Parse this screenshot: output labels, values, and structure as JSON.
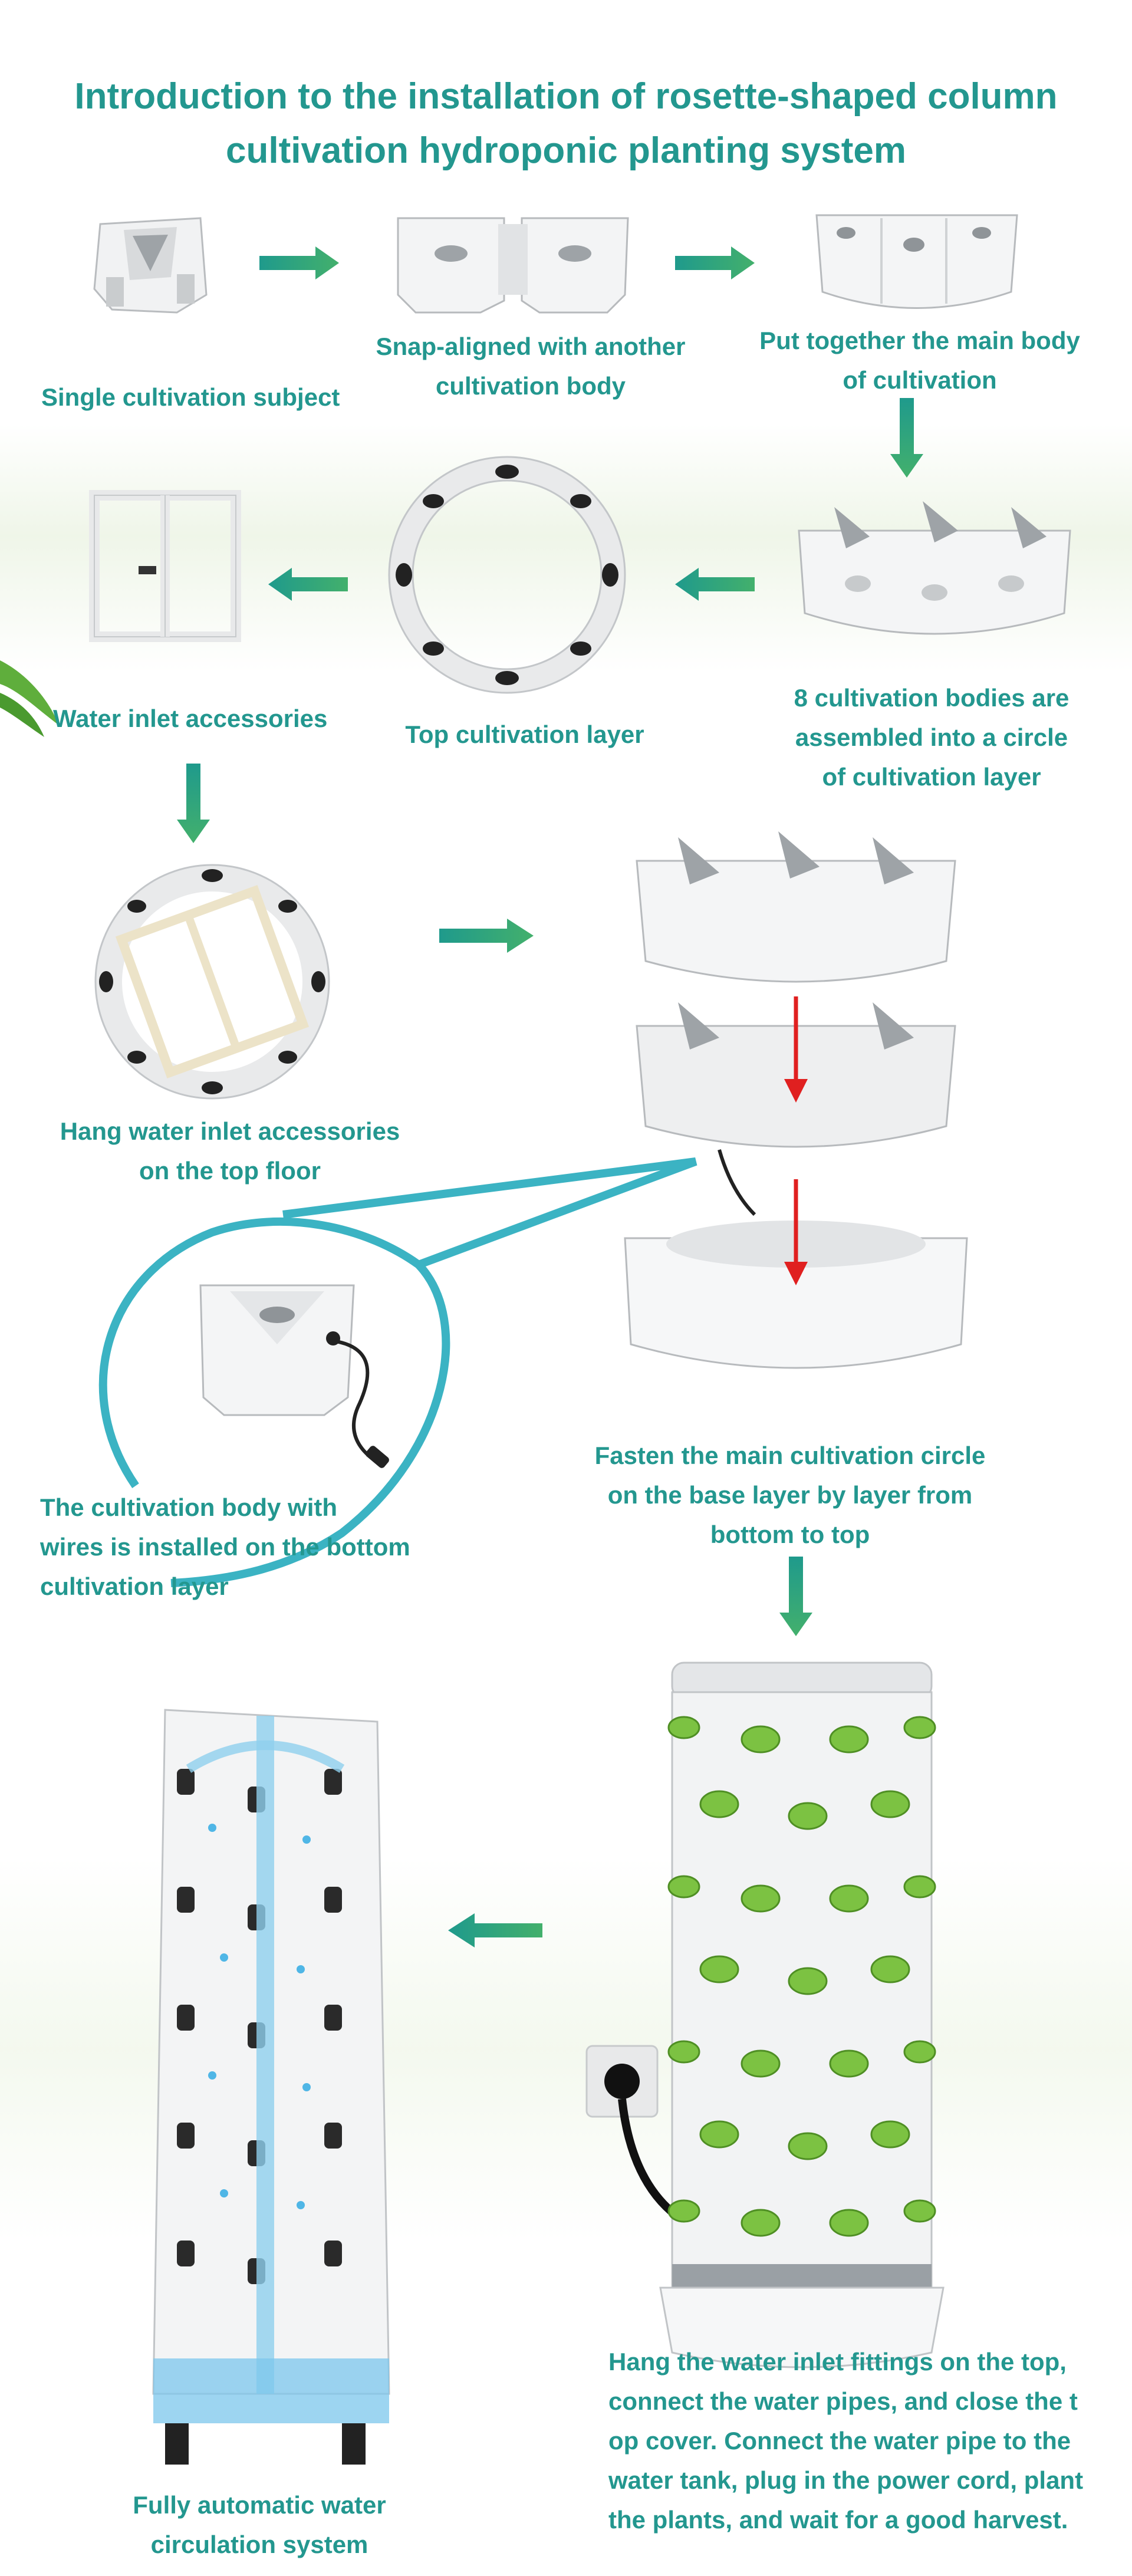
{
  "page": {
    "title_line1": "Introduction to the installation of rosette-shaped column",
    "title_line2": "cultivation hydroponic planting system"
  },
  "colors": {
    "teal_text": "#23978f",
    "arrow_teal": "#1f9a8c",
    "callout_ring": "#3bb3c3",
    "red_arrow": "#e02020",
    "plant_green": "#7cc242"
  },
  "steps": [
    {
      "id": "single",
      "lines": [
        "Single cultivation subject"
      ],
      "icon": "single-module-icon"
    },
    {
      "id": "snap",
      "lines": [
        "Snap-aligned with another",
        "cultivation body"
      ],
      "icon": "snapped-modules-icon"
    },
    {
      "id": "main-body",
      "lines": [
        "Put together the main body",
        "of cultivation"
      ],
      "icon": "main-body-icon"
    },
    {
      "id": "ring",
      "lines": [
        "8 cultivation bodies are",
        "assembled into a circle",
        "of cultivation layer"
      ],
      "icon": "ring-layer-icon"
    },
    {
      "id": "top-layer",
      "lines": [
        "Top cultivation layer"
      ],
      "icon": "top-layer-icon"
    },
    {
      "id": "inlet",
      "lines": [
        "Water inlet accessories"
      ],
      "icon": "pipe-frame-icon"
    },
    {
      "id": "hang",
      "lines": [
        "Hang water inlet accessories",
        "on the top floor"
      ],
      "icon": "frame-in-ring-icon"
    },
    {
      "id": "wired",
      "lines": [
        "The cultivation body with",
        "wires is installed on the bottom",
        "cultivation layer"
      ],
      "icon": "wired-module-icon"
    },
    {
      "id": "fasten",
      "lines": [
        "Fasten the main cultivation circle",
        "on the base layer by layer from",
        "bottom to top"
      ],
      "icon": "stack-layers-icon"
    },
    {
      "id": "final",
      "lines": [
        "Hang the water inlet fittings on the top,",
        "connect the water pipes, and close the t",
        "op cover. Connect the water pipe to the",
        "water tank, plug in the power cord, plant",
        "the plants, and wait for a good harvest."
      ],
      "icon": "planted-tower-icon"
    },
    {
      "id": "circulation",
      "lines": [
        "Fully automatic water",
        "circulation system"
      ],
      "icon": "water-circulation-icon"
    }
  ]
}
